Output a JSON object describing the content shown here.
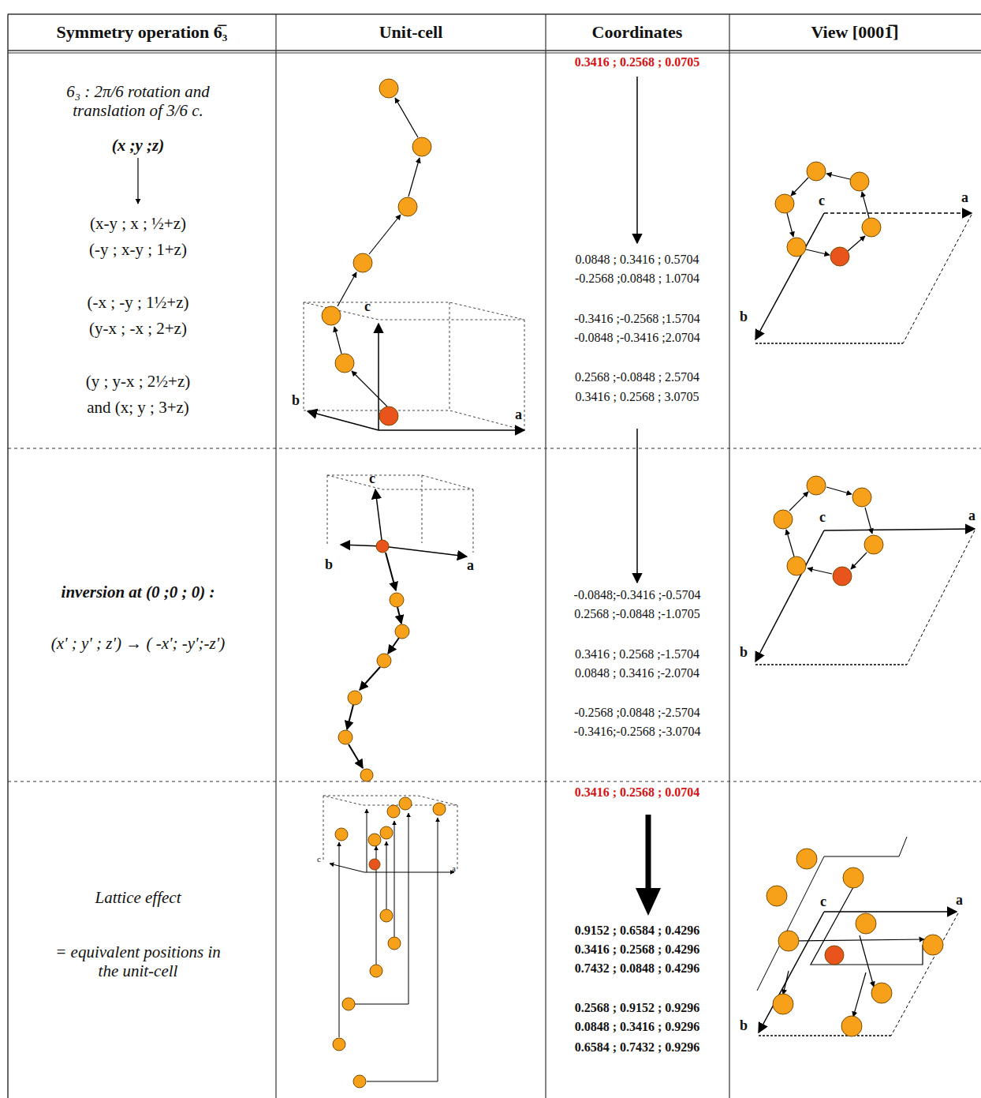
{
  "diagram": {
    "labels": [
      "Symmetry operation 6̅₃",
      "Unit-cell",
      "Coordinates",
      "View [0001̅]",
      "6₃ : 2π/6 rotation and translation of 3/6 c.",
      "(x ;y ;z)",
      "(x-y ; x ; ½+z)",
      "(-y ; x-y ; 1+z)",
      "(-x ; -y ; 1½+z)",
      "(y-x ; -x ; 2+z)",
      "(y ; y-x ; 2½+z)",
      "and (x; y ; 3+z)",
      "c",
      "b",
      "a",
      "0.3416 ; 0.2568 ; 0.0705",
      "0.0848 ; 0.3416 ; 0.5704",
      "-0.2568 ;0.0848 ; 1.0704",
      "-0.3416 ;-0.2568 ;1.5704",
      "-0.0848 ;-0.3416 ;2.0704",
      "0.2568 ;-0.0848 ; 2.5704",
      "0.3416 ; 0.2568 ; 3.0705",
      "c",
      "a",
      "b",
      "inversion at (0 ;0 ; 0) :",
      "(x' ; y' ; z') → ( -x'; -y';-z')",
      "c",
      "b",
      "a",
      "-0.0848;-0.3416 ;-0.5704",
      "0.2568 ;-0.0848 ;-1.0705",
      "0.3416 ; 0.2568 ;-1.5704",
      "0.0848 ; 0.3416 ;-2.0704",
      "-0.2568 ;0.0848 ;-2.5704",
      "-0.3416;-0.2568 ;-3.0704",
      "c",
      "a",
      "b",
      "Lattice effect",
      "= equivalent positions in the unit-cell",
      "c",
      "a",
      "0.3416 ; 0.2568 ; 0.0704",
      "0.9152 ; 0.6584 ; 0.4296",
      "0.3416 ; 0.2568 ; 0.4296",
      "0.7432 ; 0.0848 ; 0.4296",
      "0.2568 ; 0.9152 ; 0.9296",
      "0.0848 ; 0.3416 ; 0.9296",
      "0.6584 ; 0.7432 ; 0.9296",
      "c",
      "a",
      "b"
    ]
  }
}
